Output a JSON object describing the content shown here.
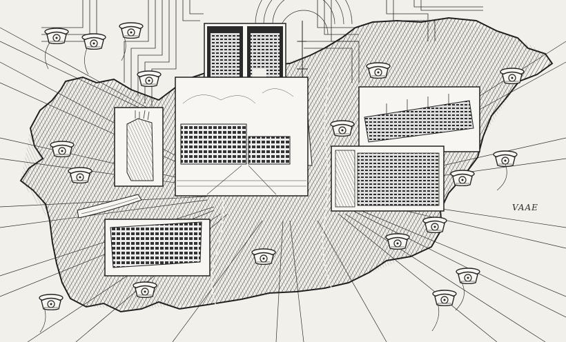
{
  "artwork": {
    "signature": "VAAE",
    "colors": {
      "paper": "#f2f0ea",
      "ink": "#1e1e1e",
      "map_fill": "#8f8c86",
      "panel_paper": "#f7f6f2"
    },
    "vignettes": [
      {
        "name": "computer-cabinet-vignette"
      },
      {
        "name": "telecom-buildings-vignette"
      },
      {
        "name": "equipment-racks-vignette"
      },
      {
        "name": "switchboard-vignette"
      },
      {
        "name": "relay-rack-vignette"
      },
      {
        "name": "exchange-panel-vignette"
      }
    ],
    "phone_icon": "rotary-telephone-icon",
    "antenna_icon": "radio-antenna-icon"
  }
}
